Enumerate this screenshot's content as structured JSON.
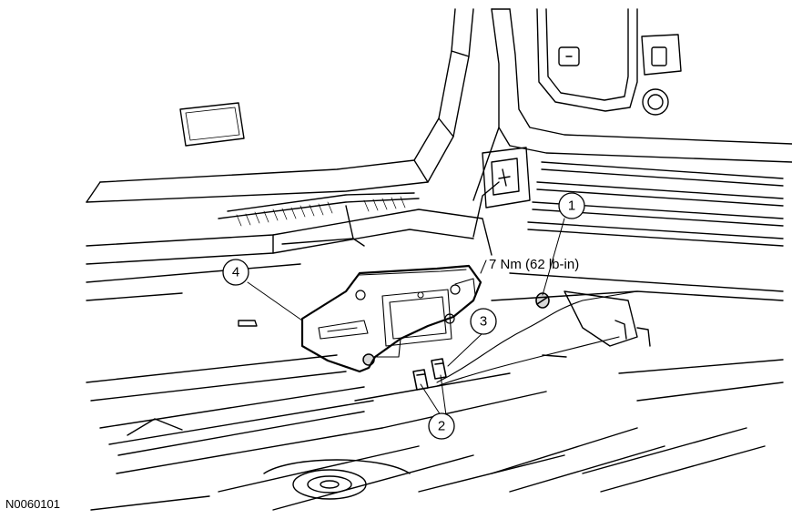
{
  "figure_id": "N0060101",
  "torque_spec": "7 Nm (62 lb-in)",
  "callouts": [
    {
      "number": "1"
    },
    {
      "number": "2"
    },
    {
      "number": "3"
    },
    {
      "number": "4"
    }
  ]
}
